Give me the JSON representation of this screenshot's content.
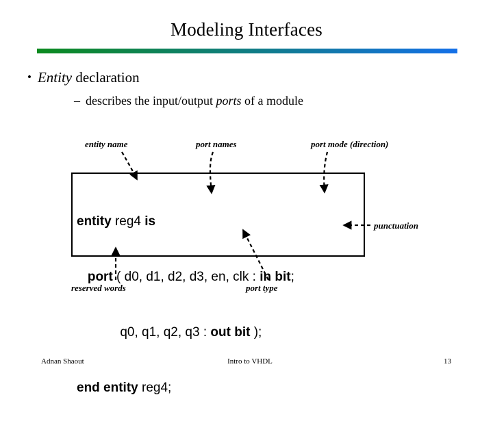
{
  "slide": {
    "title": "Modeling Interfaces",
    "rule": {
      "color_start": "#0C8A1E",
      "color_end": "#1470E8"
    }
  },
  "bullets": {
    "level1": {
      "marker": "•",
      "emphasis": "Entity",
      "rest": " declaration"
    },
    "level2": {
      "marker": "–",
      "before": "describes the input/output ",
      "emphasis": "ports",
      "after": " of a module"
    }
  },
  "annotations": {
    "entity_name": "entity name",
    "port_names": "port names",
    "port_mode": "port mode (direction)",
    "punctuation": "punctuation",
    "reserved_words": "reserved words",
    "port_type": "port type"
  },
  "code": {
    "line1": {
      "kw1": "entity",
      "plain1": " reg4 ",
      "kw2": "is"
    },
    "line2": {
      "indent": "   ",
      "kw1": "port",
      "plain1": " ( d0, d1, d2, d3, en, clk : ",
      "kw2": "in bit",
      "plain2": ";"
    },
    "line3": {
      "indent": "            ",
      "plain1": "q0, q1, q2, q3 : ",
      "kw1": "out bit",
      "plain2": " );"
    },
    "line4": {
      "kw1": "end entity",
      "plain1": " reg4;"
    }
  },
  "footer": {
    "author": "Adnan Shaout",
    "center": "Intro to VHDL",
    "page": "13"
  }
}
